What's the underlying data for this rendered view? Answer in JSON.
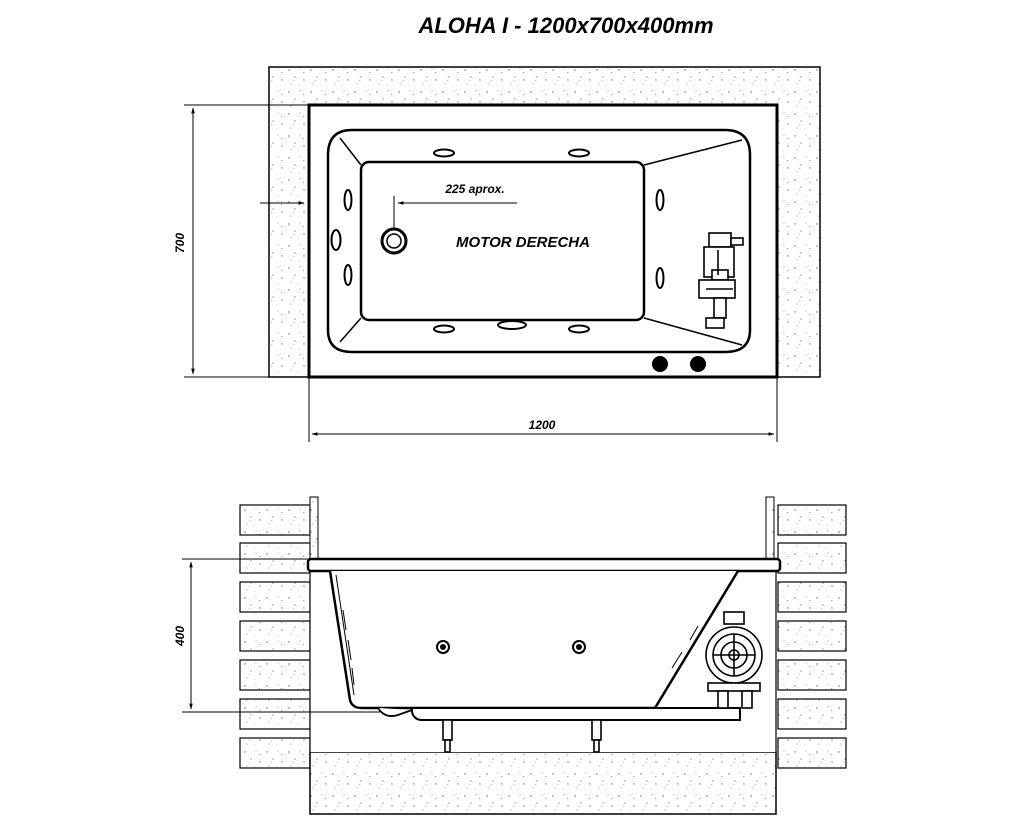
{
  "title": "ALOHA I - 1200x700x400mm",
  "top_view": {
    "dim_height": "700",
    "dim_width": "1200",
    "dim_offset": "225 aprox.",
    "motor_label": "MOTOR DERECHA"
  },
  "side_view": {
    "dim_height": "400"
  },
  "colors": {
    "line": "#000000",
    "fill": "#ffffff",
    "speckle": "#555555"
  }
}
